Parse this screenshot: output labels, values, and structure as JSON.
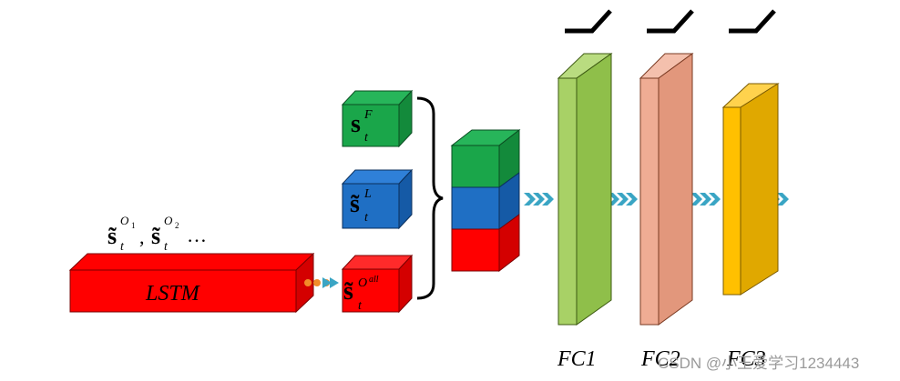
{
  "lstm": {
    "label": "LSTM",
    "color": "#ff0000"
  },
  "lstm_outputs": {
    "s_symbol": "s̃",
    "sub": "t",
    "sup1": "O",
    "sup1_sub": "1",
    "sup2": "O",
    "sup2_sub": "2",
    "ellipsis": "…"
  },
  "features": [
    {
      "s": "s",
      "sup": "F",
      "sub": "t",
      "color": "#1aa64a"
    },
    {
      "s": "s̃",
      "sup": "L",
      "sub": "t",
      "color": "#1f6fc4"
    },
    {
      "s": "s̃",
      "sup": "O",
      "sup_sub": "all",
      "sub": "t",
      "color": "#ff0000"
    }
  ],
  "concat_colors": [
    "#1aa64a",
    "#1f6fc4",
    "#ff0000"
  ],
  "fc_layers": [
    {
      "label": "FC1",
      "color": "#a8d166"
    },
    {
      "label": "FC2",
      "color": "#efac94"
    },
    {
      "label": "FC3",
      "color": "#ffc000"
    }
  ],
  "arrow_color": "#3aa5c4",
  "watermark": "CSDN @小王爱学习1234443"
}
